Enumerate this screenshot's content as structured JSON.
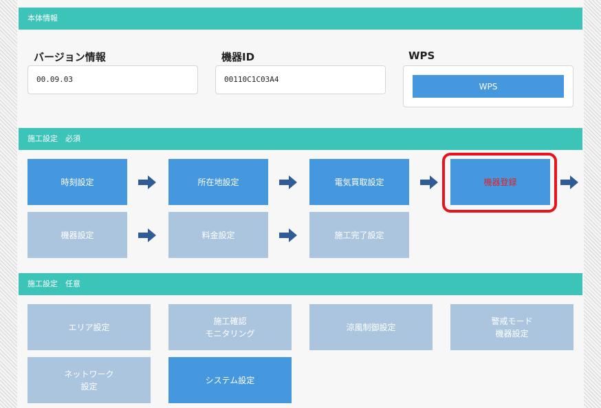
{
  "sections": {
    "info": "本体情報",
    "required": "施工設定　必須",
    "optional": "施工設定　任意"
  },
  "info": {
    "version_label": "バージョン情報",
    "version_value": "00.09.03",
    "device_id_label": "機器ID",
    "device_id_value": "00110C1C03A4",
    "wps_label": "WPS",
    "wps_button": "WPS"
  },
  "required_row1": [
    "時刻設定",
    "所在地設定",
    "電気買取設定",
    "機器登録"
  ],
  "required_row2": [
    "機器設定",
    "料金設定",
    "施工完了設定"
  ],
  "optional_tiles": [
    "エリア設定",
    "施工確認\nモニタリング",
    "涼風制御設定",
    "警戒モード\n機器設定",
    "ネットワーク\n設定",
    "システム設定"
  ],
  "colors": {
    "section_bar": "#3cc4b8",
    "tile_active": "#4597de",
    "tile_inactive": "#abc5df",
    "highlight": "#e8131d",
    "highlight_text": "#d9252e",
    "arrow": "#2f5b96"
  }
}
